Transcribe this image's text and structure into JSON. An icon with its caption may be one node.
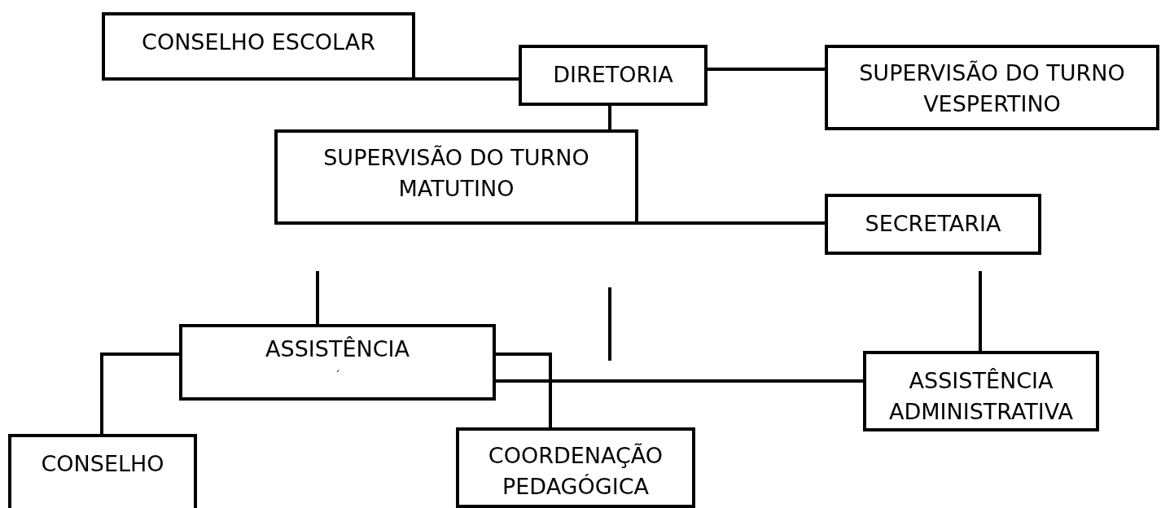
{
  "diagram": {
    "nodes": [
      {
        "text": [
          "CONSELHO ESCOLAR"
        ]
      },
      {
        "text": [
          "DIRETORIA"
        ]
      },
      {
        "text": [
          "SUPERVISÃO DO TURNO VESPERTINO"
        ]
      },
      {
        "text": [
          "SUPERVISÃO DO TURNO MATUTINO"
        ]
      },
      {
        "text": [
          "SECRETARIA"
        ]
      },
      {
        "text": [
          "ASSISTÊNCIA",
          "´"
        ]
      },
      {
        "text": [
          "ASSISTÊNCIA ADMINISTRATIVA"
        ]
      },
      {
        "text": [
          "CONSELHO"
        ]
      },
      {
        "text": [
          "COORDENAÇÃO PEDAGÓGICA"
        ]
      }
    ],
    "edges": [
      {
        "from": 0,
        "to": 1,
        "arrow": "none"
      },
      {
        "from": 1,
        "to": 2,
        "arrow": "none"
      },
      {
        "from": 1,
        "to": 3,
        "arrow": "none"
      },
      {
        "from": 3,
        "to": 4,
        "arrow": "none"
      },
      {
        "from": null,
        "to": 5,
        "arrow": "none"
      },
      {
        "from": null,
        "to": 6,
        "arrow": "none"
      },
      {
        "from": 5,
        "to": 7,
        "arrow": "none"
      },
      {
        "from": 5,
        "to": 8,
        "arrow": "none"
      },
      {
        "from": 5,
        "to": 6,
        "arrow": "none"
      }
    ]
  }
}
